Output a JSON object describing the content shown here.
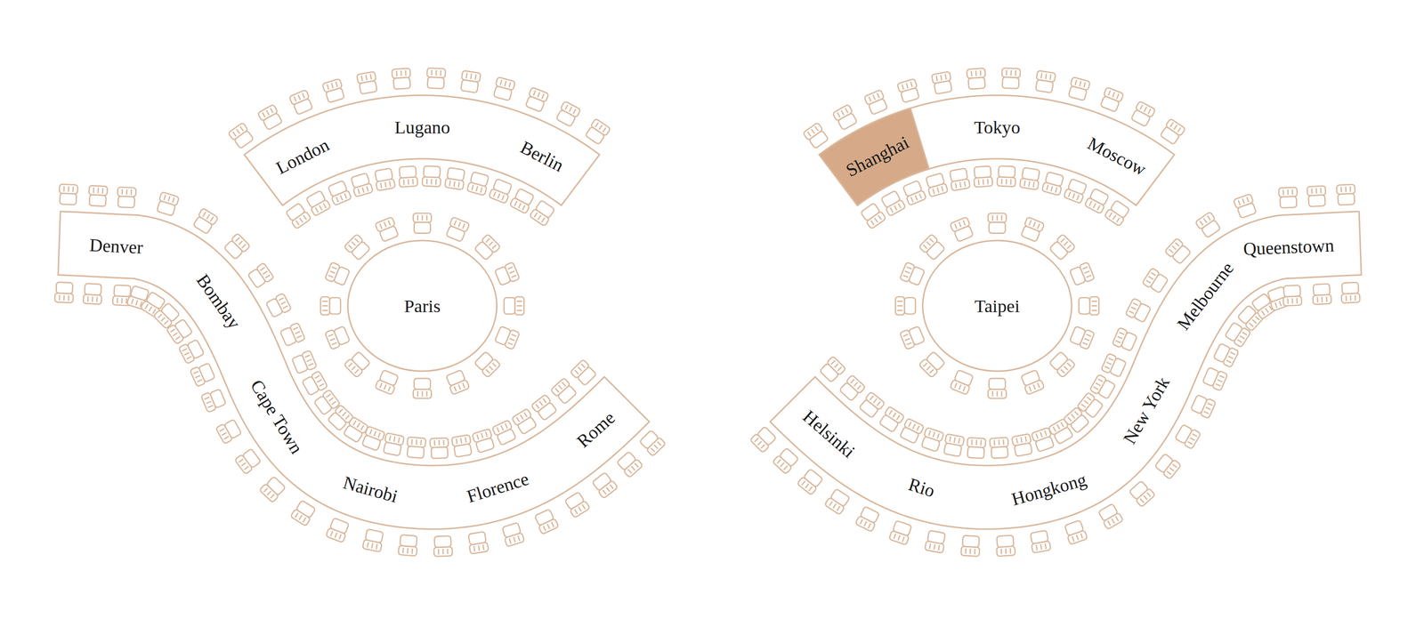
{
  "diagram": {
    "nodes": [
      {
        "text": [
          "London",
          "Lugano",
          "Berlin"
        ]
      },
      {
        "text": [
          "Paris"
        ]
      },
      {
        "text": [
          "Denver",
          "Bombay",
          "Cape Town",
          "Nairobi",
          "Florence",
          "Rome"
        ]
      },
      {
        "text": [
          "Shanghai",
          "Tokyo",
          "Moscow"
        ]
      },
      {
        "text": [
          "Taipei"
        ]
      },
      {
        "text": [
          "Helsinki",
          "Rio",
          "Hongkong",
          "New York",
          "Melbourne",
          "Queenstown"
        ]
      }
    ]
  }
}
